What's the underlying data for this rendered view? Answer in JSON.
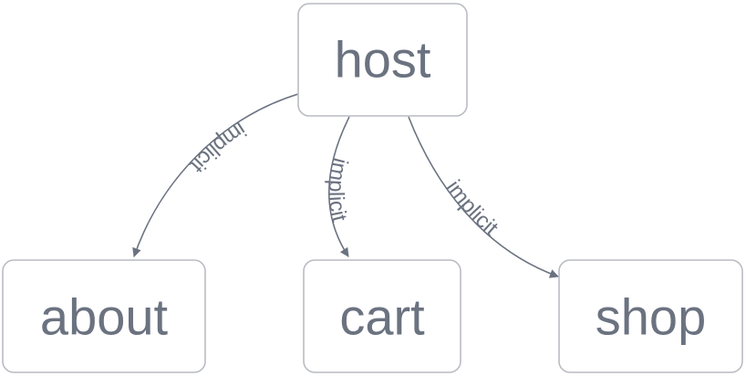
{
  "nodes": {
    "host": "host",
    "about": "about",
    "cart": "cart",
    "shop": "shop"
  },
  "edges": [
    {
      "from": "host",
      "to": "about",
      "label": "implicit"
    },
    {
      "from": "host",
      "to": "cart",
      "label": "implicit"
    },
    {
      "from": "host",
      "to": "shop",
      "label": "implicit"
    }
  ],
  "colors": {
    "node_border": "#b9bcc2",
    "text": "#6b7280",
    "edge": "#6b7280",
    "background": "#ffffff"
  }
}
